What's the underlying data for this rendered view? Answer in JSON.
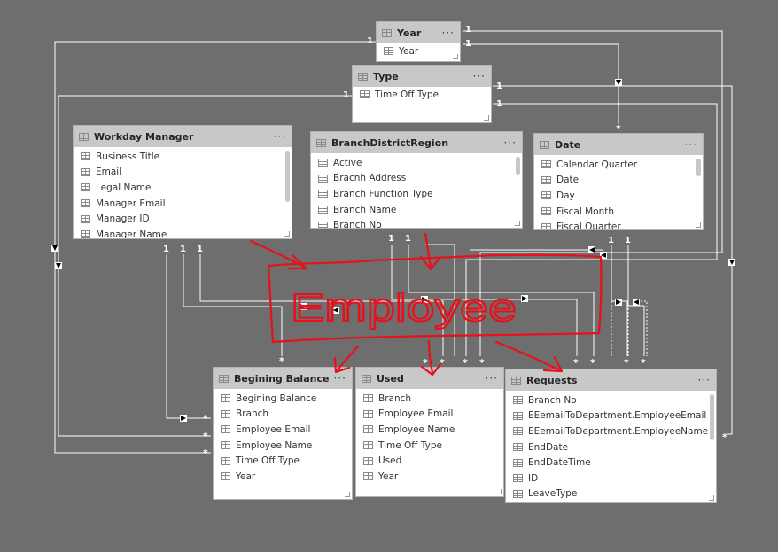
{
  "tables": {
    "year": {
      "title": "Year",
      "fields": [
        "Year"
      ]
    },
    "type": {
      "title": "Type",
      "fields": [
        "Time Off Type"
      ]
    },
    "workday_manager": {
      "title": "Workday Manager",
      "fields": [
        "Business Title",
        "Email",
        "Legal Name",
        "Manager Email",
        "Manager ID",
        "Manager Name"
      ]
    },
    "branch_district_region": {
      "title": "BranchDistrictRegion",
      "fields": [
        "Active",
        "Bracnh Address",
        "Branch Function Type",
        "Branch Name",
        "Branch No"
      ]
    },
    "date": {
      "title": "Date",
      "fields": [
        "Calendar Quarter",
        "Date",
        "Day",
        "Fiscal Month",
        "Fiscal Quarter"
      ]
    },
    "begining_balance": {
      "title": "Begining Balance",
      "fields": [
        "Begining Balance",
        "Branch",
        "Employee Email",
        "Employee Name",
        "Time Off Type",
        "Year"
      ]
    },
    "used": {
      "title": "Used",
      "fields": [
        "Branch",
        "Employee Email",
        "Employee Name",
        "Time Off Type",
        "Used",
        "Year"
      ]
    },
    "requests": {
      "title": "Requests",
      "fields": [
        "Branch No",
        "EEemailToDepartment.EmployeeEmail",
        "EEemailToDepartment.EmployeeName",
        "EndDate",
        "EndDateTime",
        "ID",
        "LeaveType"
      ]
    }
  },
  "menu_glyph": "···",
  "cardinality": {
    "one": "1",
    "many": "*"
  },
  "annotation": {
    "text": "Employee",
    "color": "#e8101a"
  }
}
